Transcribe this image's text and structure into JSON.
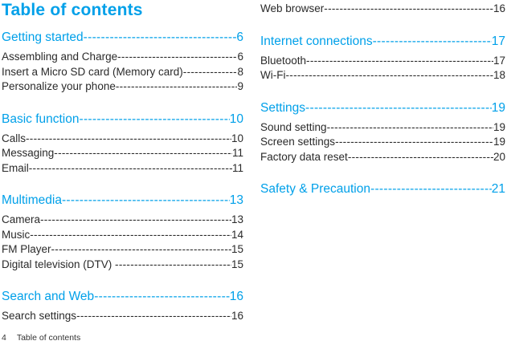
{
  "title": "Table of contents",
  "leader_char": "-",
  "accent_color": "#00a0e9",
  "text_color": "#2a2a2a",
  "footer": {
    "page_number": "4",
    "label": "Table of contents"
  },
  "columns": [
    {
      "groups": [
        {
          "heading": {
            "label": "Getting started",
            "page": "6"
          },
          "items": [
            {
              "label": "Assembling and Charge",
              "page": "6"
            },
            {
              "label": "Insert a Micro SD card (Memory card)",
              "page": "8"
            },
            {
              "label": "Personalize your phone",
              "page": "9"
            }
          ]
        },
        {
          "heading": {
            "label": "Basic function",
            "page": "10"
          },
          "items": [
            {
              "label": "Calls",
              "page": "10"
            },
            {
              "label": "Messaging",
              "page": "11"
            },
            {
              "label": "Email",
              "page": "11"
            }
          ]
        },
        {
          "heading": {
            "label": "Multimedia",
            "page": "13"
          },
          "items": [
            {
              "label": "Camera",
              "page": "13"
            },
            {
              "label": "Music",
              "page": "14"
            },
            {
              "label": "FM Player",
              "page": "15"
            },
            {
              "label": "Digital television (DTV) ",
              "page": "15"
            }
          ]
        },
        {
          "heading": {
            "label": "Search and Web",
            "page": "16"
          },
          "items": [
            {
              "label": "Search settings",
              "page": "16"
            }
          ]
        }
      ]
    },
    {
      "groups": [
        {
          "items": [
            {
              "label": "Web browser",
              "page": "16"
            }
          ]
        },
        {
          "heading": {
            "label": "Internet connections",
            "page": "17"
          },
          "items": [
            {
              "label": "Bluetooth",
              "page": "17"
            },
            {
              "label": "Wi-Fi",
              "page": "18"
            }
          ]
        },
        {
          "heading": {
            "label": "Settings",
            "page": "19"
          },
          "items": [
            {
              "label": "Sound setting",
              "page": "19"
            },
            {
              "label": "Screen settings",
              "page": "19"
            },
            {
              "label": "Factory data reset",
              "page": "20"
            }
          ]
        },
        {
          "heading": {
            "label": "Safety & Precaution",
            "page": "21"
          },
          "items": []
        }
      ]
    }
  ]
}
